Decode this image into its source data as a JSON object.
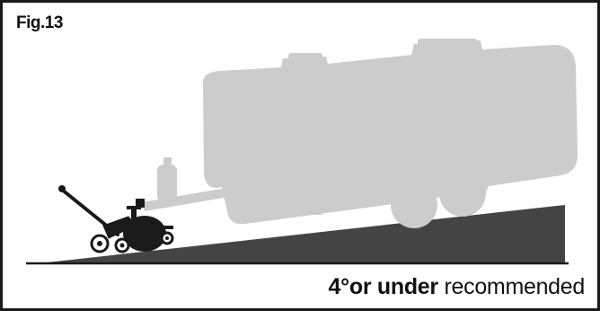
{
  "figure": {
    "label": "Fig.13",
    "caption_bold": "4°or under",
    "caption_rest": " recommended"
  },
  "illustration": {
    "subject": "trailer on slope with tow dolly",
    "trailer_color": "#cccccc",
    "slope_color": "#444444",
    "dolly_color": "#1a1a1a",
    "slope_angle_max_degrees": 4
  }
}
